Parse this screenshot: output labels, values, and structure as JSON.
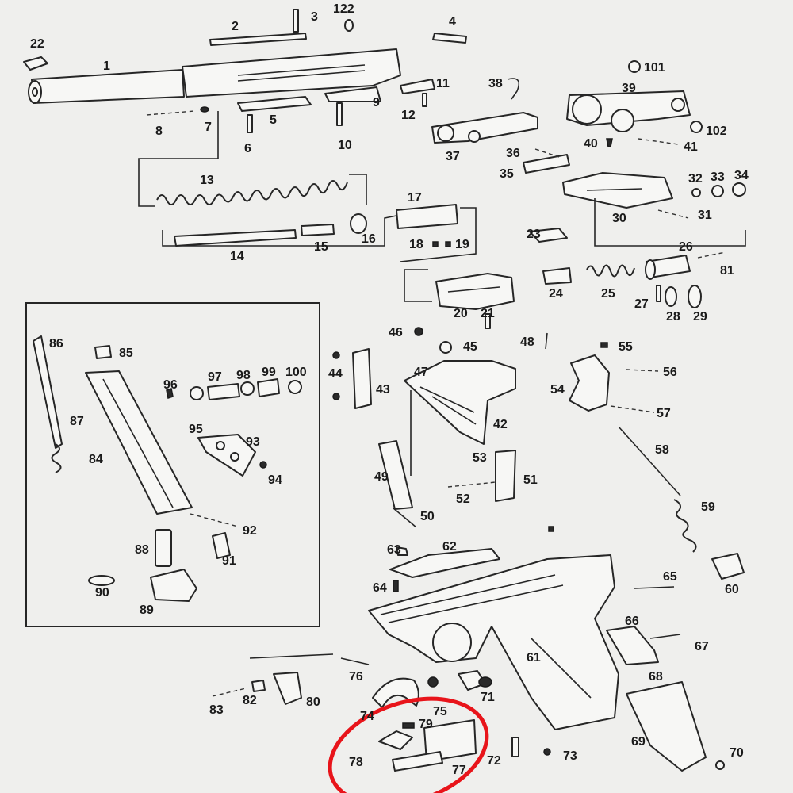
{
  "labels": [
    "1",
    "2",
    "3",
    "4",
    "5",
    "6",
    "7",
    "8",
    "9",
    "10",
    "11",
    "12",
    "13",
    "14",
    "15",
    "16",
    "17",
    "18",
    "19",
    "20",
    "21",
    "22",
    "23",
    "24",
    "25",
    "26",
    "27",
    "28",
    "29",
    "30",
    "31",
    "32",
    "33",
    "34",
    "35",
    "36",
    "37",
    "38",
    "39",
    "40",
    "41",
    "42",
    "43",
    "44",
    "45",
    "46",
    "47",
    "48",
    "49",
    "50",
    "51",
    "52",
    "53",
    "54",
    "55",
    "56",
    "57",
    "58",
    "59",
    "60",
    "61",
    "62",
    "63",
    "64",
    "65",
    "66",
    "67",
    "68",
    "69",
    "70",
    "71",
    "72",
    "73",
    "74",
    "75",
    "76",
    "77",
    "78",
    "79",
    "80",
    "81",
    "82",
    "83",
    "84",
    "85",
    "86",
    "87",
    "88",
    "89",
    "90",
    "91",
    "92",
    "93",
    "94",
    "95",
    "96",
    "97",
    "98",
    "99",
    "100",
    "101",
    "102",
    "122"
  ],
  "highlight": {
    "color": "#e8141a",
    "encircles": [
      "77",
      "78",
      "79"
    ]
  },
  "colors": {
    "background": "#efefed",
    "ink": "#262626"
  }
}
